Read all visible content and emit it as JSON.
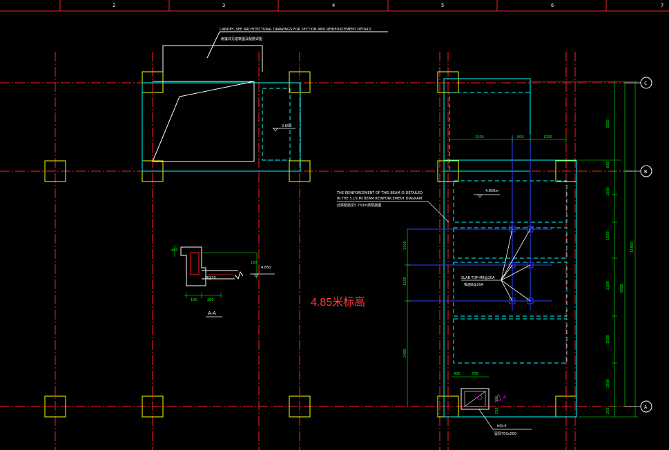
{
  "colors": {
    "background": "#000000",
    "axis": "#ff2020",
    "column": "#ffff00",
    "beam": "#00ffff",
    "dimension": "#00ff00",
    "annotation": "#ffffff",
    "blue_line": "#3040ff",
    "highlight_text": "#ff3b3b",
    "hole_marker": "#ff00ff"
  },
  "column_numbers": [
    "2",
    "3",
    "4",
    "5",
    "6",
    "7"
  ],
  "row_axes": [
    "C",
    "B",
    "A"
  ],
  "notes": {
    "canopy": "CANOPY, SEE ARCHITECTURAL DRAWINGS FOR SECTION AND REINFORCEMENT DETAILS",
    "canopy_cn": "雨篷详见建筑图及配筋详图",
    "reinforcement_line1": "THE REINFORCEMENT OF THIS BEAM IS DETAILED",
    "reinforcement_line2": "IN THE 5.15(M) BEAM REINFORCEMENT DIAGRAM",
    "reinforcement_cn": "此梁配筋见5.750m梁配筋图",
    "slab_top": "SLAB TOP-M8@20A",
    "slab_top_cn": "板面8@20A",
    "hole": "HOLE",
    "hole_cn": "留洞700x500",
    "elev_canopy": "2.850",
    "elev_section": "4.850",
    "elev_slab": "4.850m",
    "section_label": "A-A",
    "section_bar_note": "8@20",
    "highlight": "4.85米标高"
  },
  "dimensions": {
    "top_row": [
      "2200",
      "600",
      "1200"
    ],
    "right_inner": [
      "3200",
      "300",
      "1500",
      "1500",
      "2100",
      "1500",
      "1500",
      "250"
    ],
    "right_total": "11800",
    "right_mid": "6800",
    "left_vertical": [
      "1200",
      "1200",
      "2400"
    ],
    "section": [
      "100",
      "200"
    ],
    "section_side": [
      "400",
      "150"
    ],
    "hole": [
      "400",
      "700",
      "500",
      "250"
    ]
  },
  "hole_mark": "A"
}
